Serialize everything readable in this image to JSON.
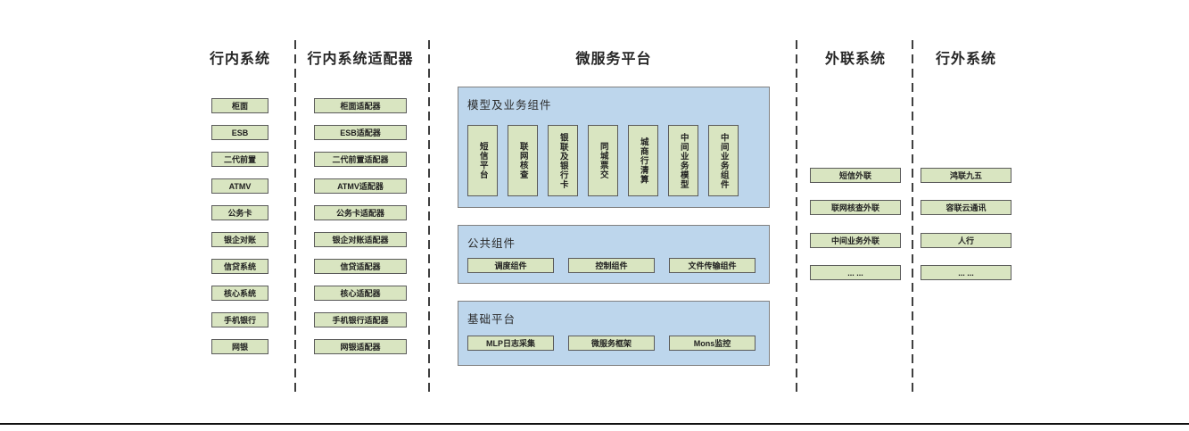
{
  "colors": {
    "green_fill": "#d9e5c1",
    "green_border": "#5a5a5a",
    "blue_fill": "#bdd6ec",
    "blue_border": "#808080",
    "text": "#262626",
    "divider": "#3f3f3f",
    "bottom_rule": "#111111"
  },
  "columns": {
    "inbank": {
      "title": "行内系统",
      "items": [
        "柜面",
        "ESB",
        "二代前置",
        "ATMV",
        "公务卡",
        "银企对账",
        "信贷系统",
        "核心系统",
        "手机银行",
        "网银"
      ]
    },
    "adapters": {
      "title": "行内系统适配器",
      "items": [
        "柜面适配器",
        "ESB适配器",
        "二代前置适配器",
        "ATMV适配器",
        "公务卡适配器",
        "银企对账适配器",
        "信贷适配器",
        "核心适配器",
        "手机银行适配器",
        "网银适配器"
      ]
    },
    "platform": {
      "title": "微服务平台",
      "sections": {
        "model": {
          "label": "模型及业务组件",
          "items": [
            "短信平台",
            "联网核查",
            "银联及银行卡",
            "同城票交",
            "城商行清算",
            "中间业务模型",
            "中间业务组件"
          ]
        },
        "common": {
          "label": "公共组件",
          "items": [
            "调度组件",
            "控制组件",
            "文件传输组件"
          ]
        },
        "base": {
          "label": "基础平台",
          "items": [
            "MLP日志采集",
            "微服务框架",
            "Mons监控"
          ]
        }
      }
    },
    "external": {
      "title": "外联系统",
      "items": [
        "短信外联",
        "联网核查外联",
        "中间业务外联",
        "... ..."
      ]
    },
    "outbank": {
      "title": "行外系统",
      "items": [
        "鸿联九五",
        "容联云通讯",
        "人行",
        "... ..."
      ]
    }
  }
}
